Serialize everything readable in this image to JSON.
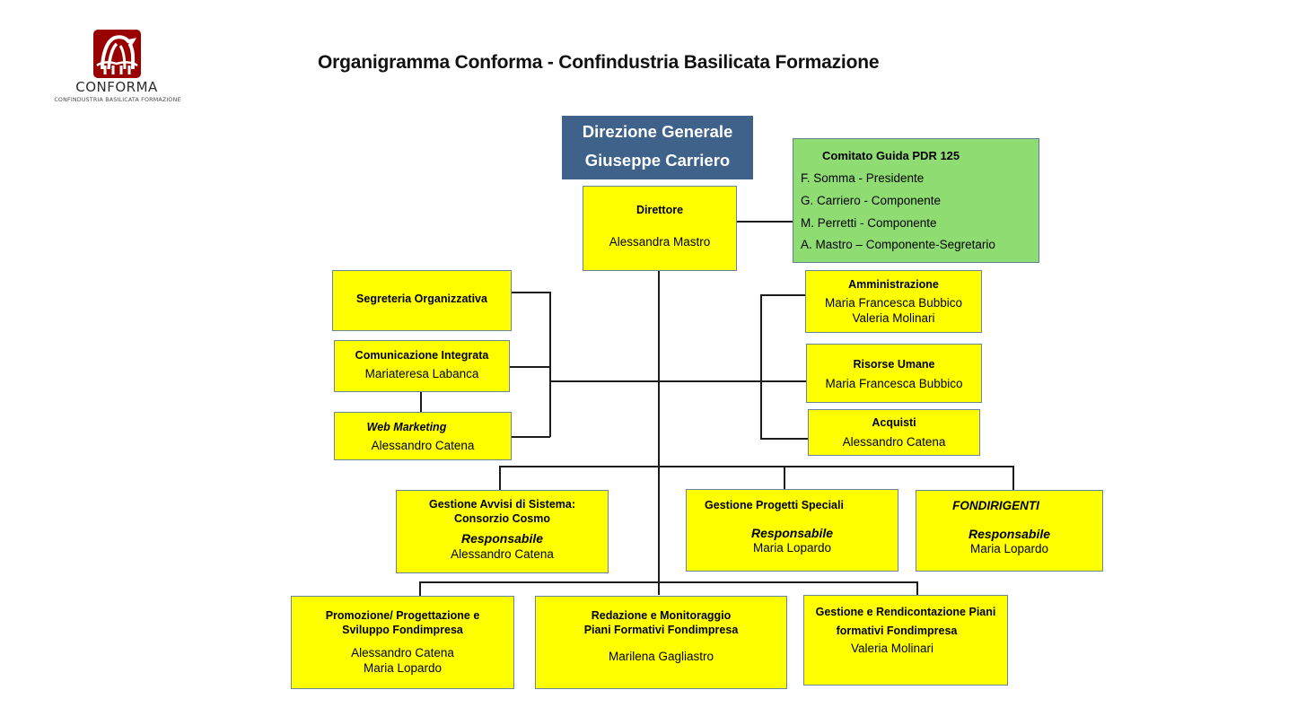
{
  "logo": {
    "icon": "eagle-arch-logo-icon",
    "brand_color": "#990000",
    "name": "CONFORMA",
    "subtitle": "CONFINDUSTRIA BASILICATA FORMAZIONE"
  },
  "title": "Organigramma Conforma  - Confindustria Basilicata Formazione",
  "colors": {
    "header_box": "#3f628a",
    "committee_box": "#8fdc73",
    "unit_box": "#ffff00",
    "connector": "#1c1c1c"
  },
  "direzione_generale": {
    "label": "Direzione Generale",
    "name": "Giuseppe Carriero"
  },
  "direttore": {
    "label": "Direttore",
    "name": "Alessandra Mastro"
  },
  "comitato": {
    "title": "Comitato Guida PDR 125",
    "members": [
      "F. Somma - Presidente",
      "G. Carriero - Componente",
      "M. Perretti - Componente",
      "A. Mastro – Componente-Segretario"
    ]
  },
  "left_units": [
    {
      "title": "Segreteria Organizzativa"
    },
    {
      "title": "Comunicazione Integrata",
      "people": [
        "Mariateresa Labanca"
      ]
    },
    {
      "title": "Web Marketing",
      "people": [
        "Alessandro Catena"
      ]
    }
  ],
  "right_units": [
    {
      "title": "Amministrazione",
      "people": [
        "Maria Francesca Bubbico",
        "Valeria Molinari"
      ]
    },
    {
      "title": "Risorse Umane",
      "people": [
        "Maria Francesca Bubbico"
      ]
    },
    {
      "title": "Acquisti",
      "people": [
        "Alessandro Catena"
      ]
    }
  ],
  "middle_units": [
    {
      "title_lines": [
        "Gestione Avvisi di Sistema:",
        "Consorzio Cosmo"
      ],
      "role": "Responsabile",
      "people": [
        "Alessandro Catena"
      ]
    },
    {
      "title_lines": [
        "Gestione Progetti Speciali"
      ],
      "role": "Responsabile",
      "people": [
        "Maria Lopardo"
      ]
    },
    {
      "title_lines": [
        "FONDIRIGENTI"
      ],
      "role": "Responsabile",
      "people": [
        "Maria Lopardo"
      ]
    }
  ],
  "bottom_units": [
    {
      "title_lines": [
        "Promozione/ Progettazione e",
        "Sviluppo Fondimpresa"
      ],
      "people": [
        "Alessandro Catena",
        "Maria Lopardo"
      ]
    },
    {
      "title_lines": [
        "Redazione e Monitoraggio",
        "Piani Formativi Fondimpresa"
      ],
      "people": [
        "Marilena Gagliastro"
      ]
    },
    {
      "title_lines": [
        "Gestione e Rendicontazione Piani",
        "formativi Fondimpresa"
      ],
      "people": [
        "Valeria Molinari"
      ]
    }
  ]
}
